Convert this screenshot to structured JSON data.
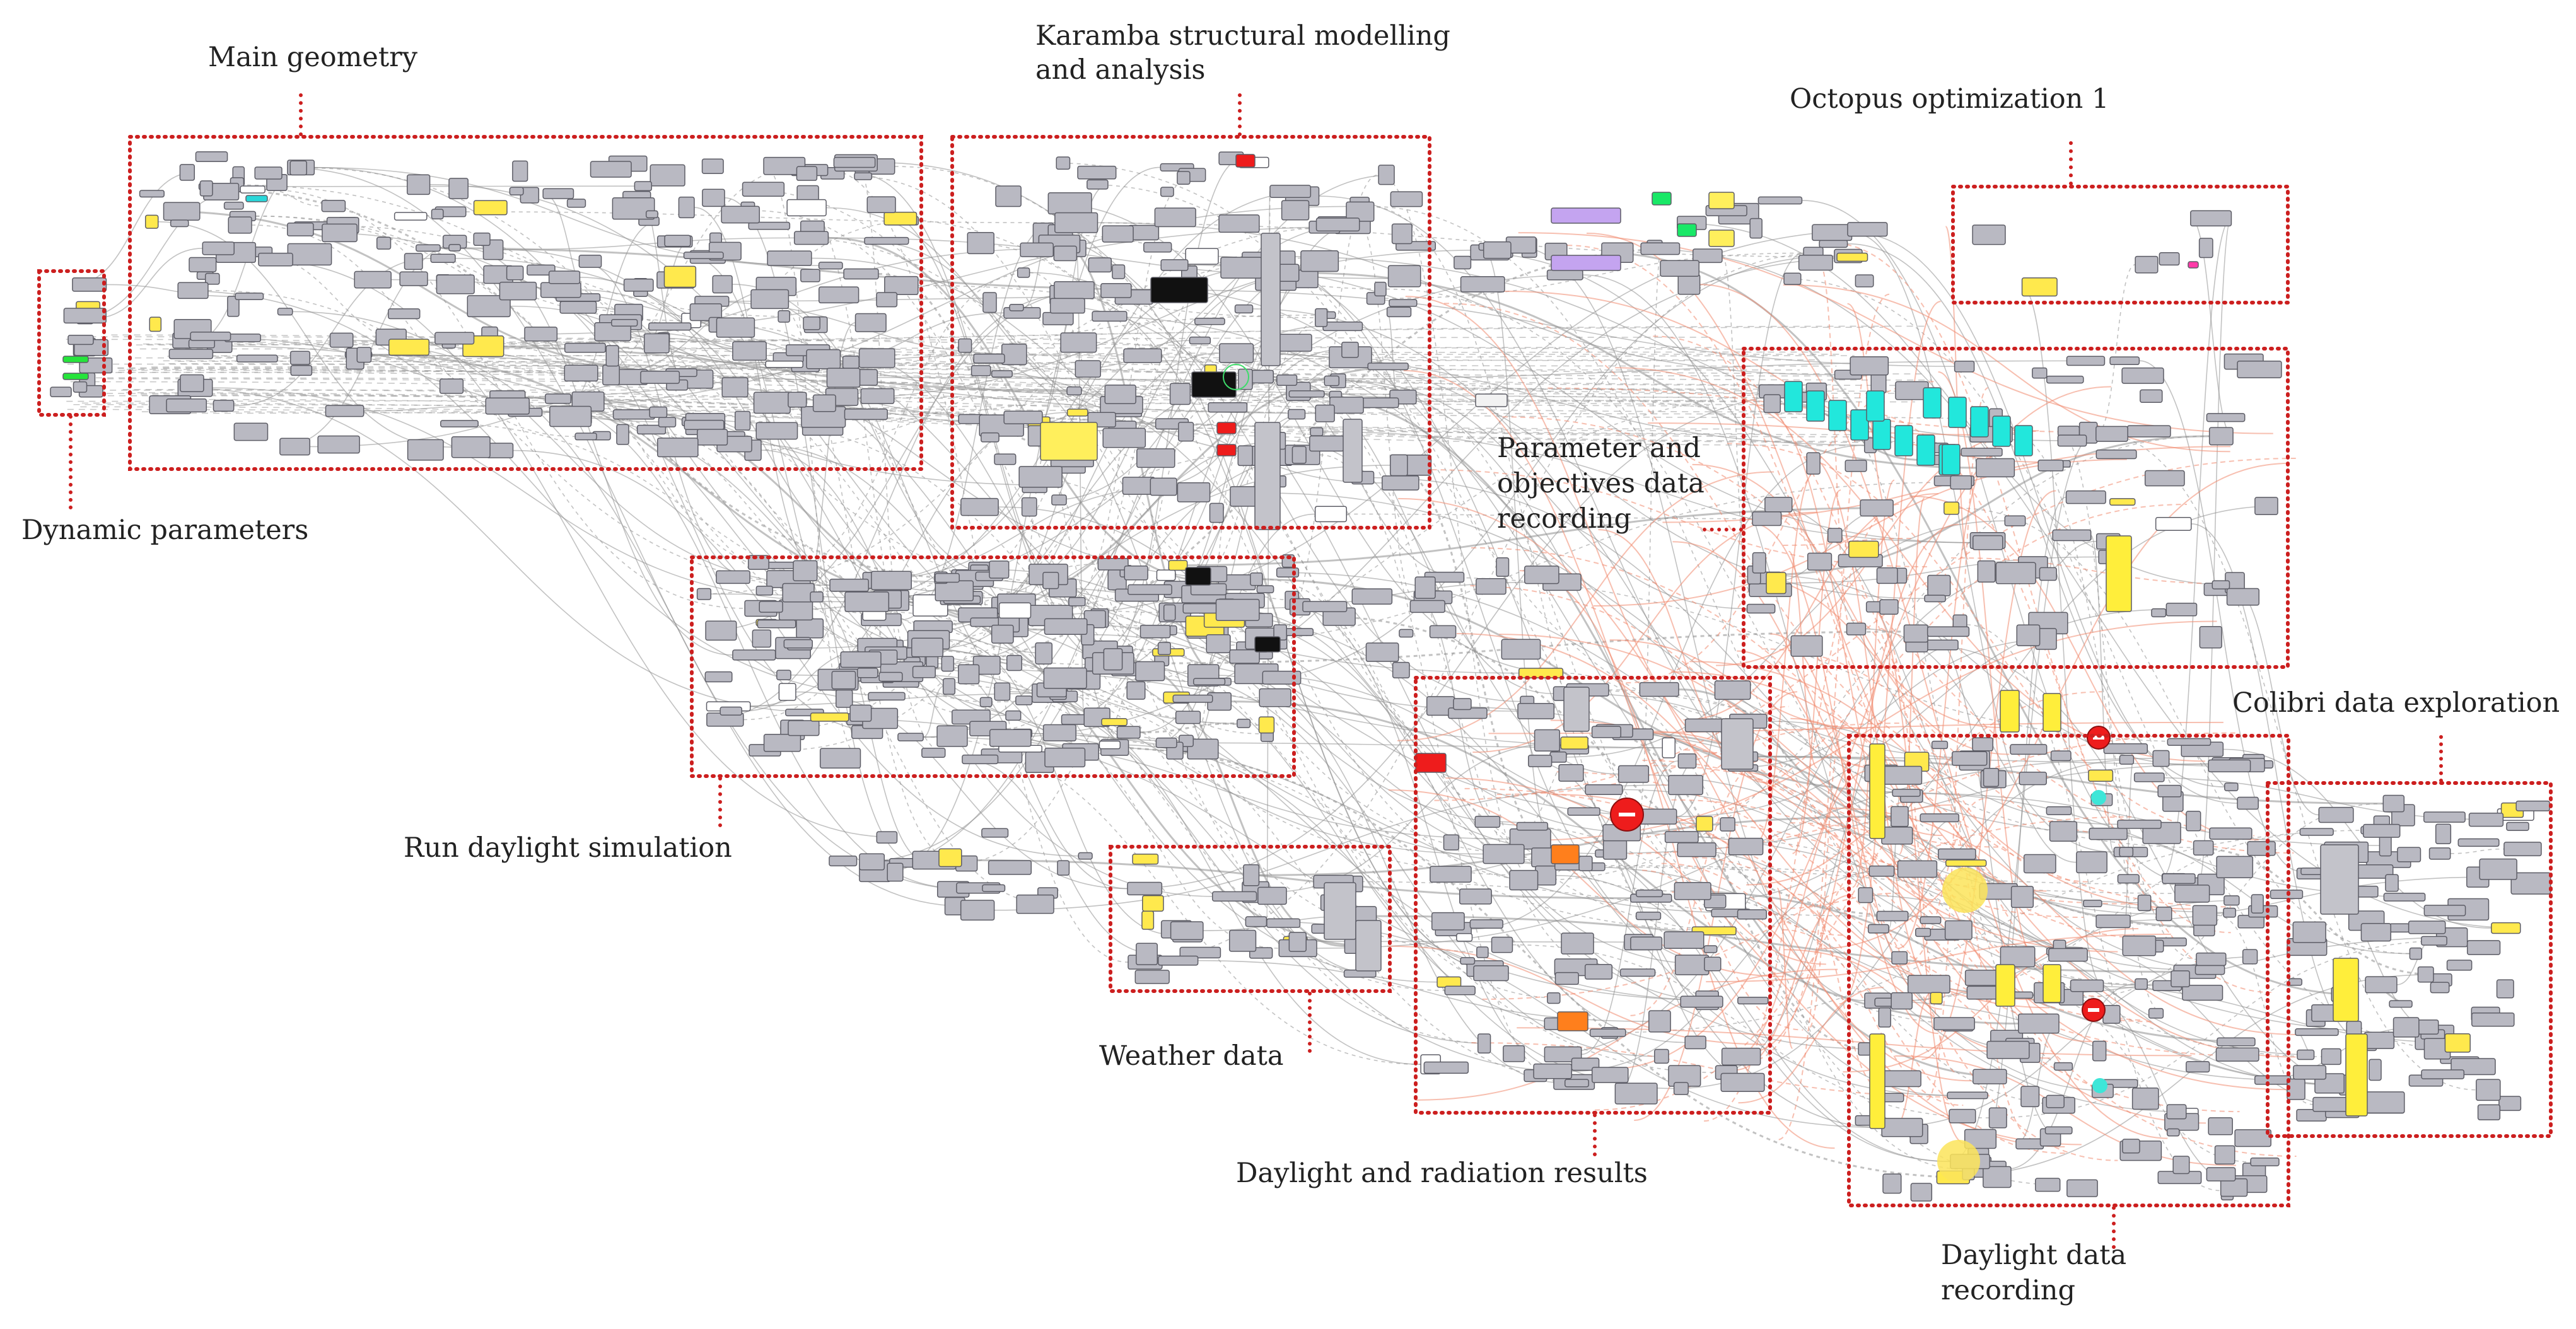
{
  "diagram": {
    "accent_color": "#cc1f1f",
    "groups": [
      {
        "id": "dynamic",
        "label": "Dynamic parameters"
      },
      {
        "id": "main",
        "label": "Main geometry"
      },
      {
        "id": "karamba",
        "label_line1": "Karamba structural modelling",
        "label_line2": "and analysis"
      },
      {
        "id": "octopus",
        "label": "Octopus optimization 1"
      },
      {
        "id": "param",
        "label_line1": "Parameter and",
        "label_line2": "objectives data",
        "label_line3": "recording"
      },
      {
        "id": "run",
        "label": "Run daylight simulation"
      },
      {
        "id": "weather",
        "label": "Weather data"
      },
      {
        "id": "results",
        "label": "Daylight and radiation results"
      },
      {
        "id": "ddrec",
        "label_line1": "Daylight data",
        "label_line2": "recording"
      },
      {
        "id": "colibri",
        "label": "Colibri data exploration"
      }
    ]
  }
}
